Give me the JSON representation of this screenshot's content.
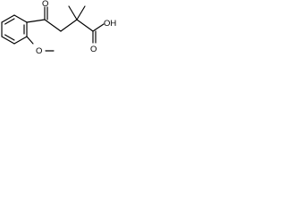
{
  "molecule": {
    "atoms": {
      "ketone_oxygen": "O",
      "acid_hydroxyl": "OH",
      "acid_carbonyl_oxygen": "O",
      "ether_oxygen": "O"
    }
  }
}
